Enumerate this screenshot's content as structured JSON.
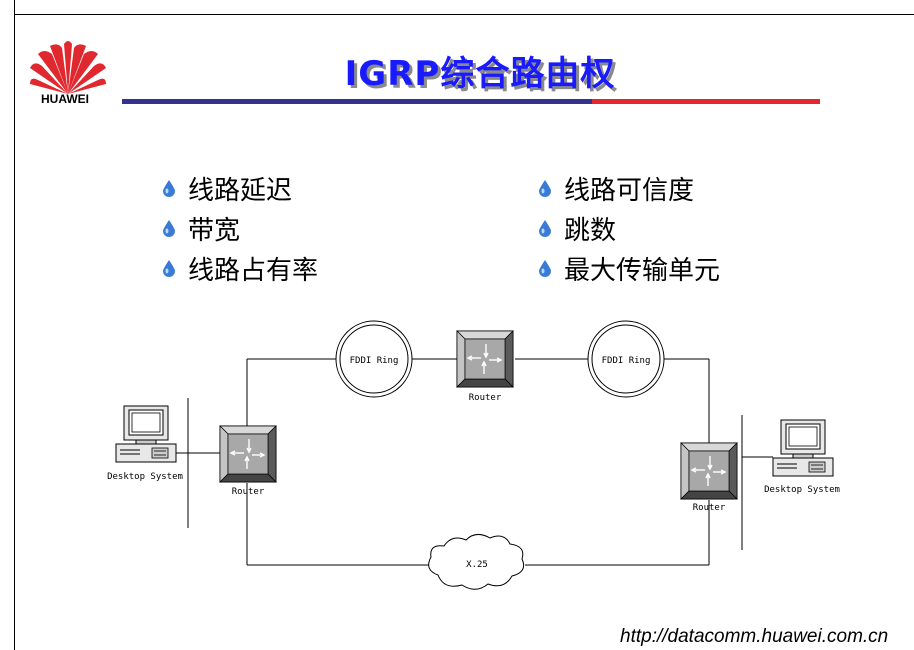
{
  "brand": {
    "logo_text": "HUAWEI",
    "accent_red": "#e0282e",
    "accent_blue": "#33338f"
  },
  "slide": {
    "title": "IGRP综合路由权",
    "title_color": "#1a1aff"
  },
  "bullets_left": [
    "线路延迟",
    "带宽",
    "线路占有率"
  ],
  "bullets_right": [
    "线路可信度",
    "跳数",
    "最大传输单元"
  ],
  "bullet_icon": "water-drop-icon",
  "diagram": {
    "fddi_left": "FDDI Ring",
    "fddi_right": "FDDI Ring",
    "router_top": "Router",
    "router_left": "Router",
    "router_right": "Router",
    "desktop_left": "Desktop System",
    "desktop_right": "Desktop System",
    "cloud": "X.25"
  },
  "footer": {
    "url": "http://datacomm.huawei.com.cn"
  }
}
